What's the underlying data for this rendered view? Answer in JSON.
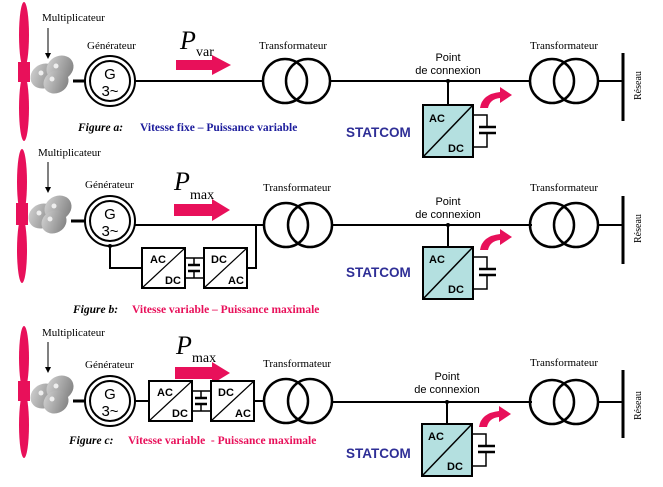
{
  "colors": {
    "accent_arrow": "#e8105a",
    "blade": "#e8105a",
    "caption_a": "#1c1c9c",
    "caption_bc": "#e8105a",
    "statcom_text": "#2e2e96",
    "statcom_fill": "#b4e0e0",
    "line": "#000000"
  },
  "diagrams": [
    {
      "id": "a",
      "multiplicateur_label": "Multiplicateur",
      "generator_label": "Générateur",
      "generator_symbol": "G",
      "generator_phase": "3~",
      "power_symbol": "P",
      "power_subscript": "var",
      "transformer1_label": "Transformateur",
      "connection_point_line1": "Point",
      "connection_point_line2": "de connexion",
      "transformer2_label": "Transformateur",
      "grid_label": "Réseau",
      "statcom_label": "STATCOM",
      "statcom_ac": "AC",
      "statcom_dc": "DC",
      "caption_figure": "Figure a:",
      "caption_text": "Vitesse fixe – Puissance variable"
    },
    {
      "id": "b",
      "multiplicateur_label": "Multiplicateur",
      "generator_label": "Générateur",
      "generator_symbol": "G",
      "generator_phase": "3~",
      "power_symbol": "P",
      "power_subscript": "max",
      "transformer1_label": "Transformateur",
      "connection_point_line1": "Point",
      "connection_point_line2": "de connexion",
      "transformer2_label": "Transformateur",
      "grid_label": "Réseau",
      "statcom_label": "STATCOM",
      "statcom_ac": "AC",
      "statcom_dc": "DC",
      "converter1_top": "AC",
      "converter1_bottom": "DC",
      "converter2_top": "DC",
      "converter2_bottom": "AC",
      "caption_figure": "Figure b:",
      "caption_text": "Vitesse variable – Puissance maximale"
    },
    {
      "id": "c",
      "multiplicateur_label": "Multiplicateur",
      "generator_label": "Générateur",
      "generator_symbol": "G",
      "generator_phase": "3~",
      "power_symbol": "P",
      "power_subscript": "max",
      "transformer1_label": "Transformateur",
      "connection_point_line1": "Point",
      "connection_point_line2": "de connexion",
      "transformer2_label": "Transformateur",
      "grid_label": "Réseau",
      "statcom_label": "STATCOM",
      "statcom_ac": "AC",
      "statcom_dc": "DC",
      "converter1_top": "AC",
      "converter1_bottom": "DC",
      "converter2_top": "DC",
      "converter2_bottom": "AC",
      "caption_figure": "Figure c:",
      "caption_text": "Vitesse variable  - Puissance maximale"
    }
  ]
}
